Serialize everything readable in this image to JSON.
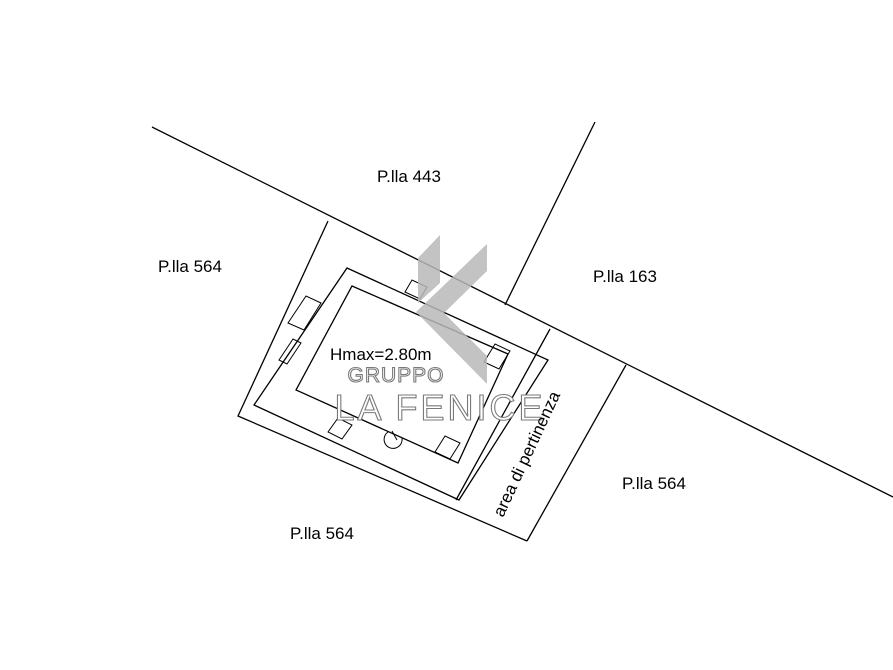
{
  "parcels": {
    "north": "P.lla 443",
    "west": "P.lla 564",
    "east": "P.lla 163",
    "southeast": "P.lla 564",
    "south": "P.lla 564"
  },
  "building": {
    "height_label": "Hmax=2.80m"
  },
  "appurtenance": {
    "label": "area di pertinenza"
  },
  "watermark": {
    "line1": "GRUPPO",
    "line2": "LA FENICE",
    "logo_color": "#b9b9b9"
  }
}
